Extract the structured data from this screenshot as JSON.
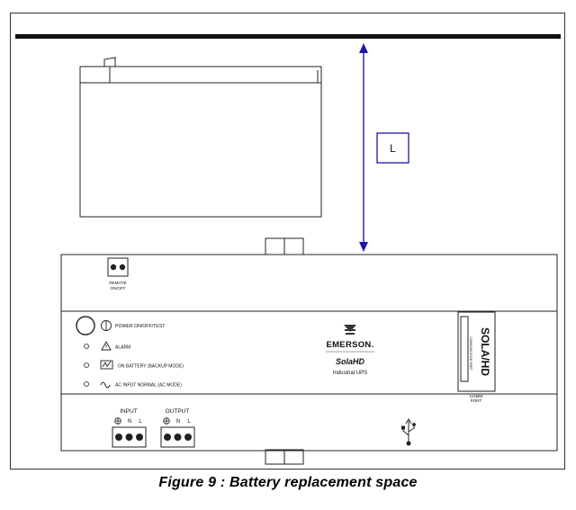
{
  "dimension_label": "L",
  "ups": {
    "remote_label_1": "REMOTE",
    "remote_label_2": "ON/OFF",
    "power_label": "POWER ON/OFF/TEST",
    "alarm_label": "ALARM",
    "on_battery_label": "ON BATTERY (BACKUP MODE)",
    "ac_input_label": "AC INPUT NORMAL (AC MODE)",
    "brand": "EMERSON.",
    "product": "SolaHD",
    "subtitle": "Industrial UPS",
    "side_brand": "SOLA/HD",
    "side_port_label": "COMMUNICATION PORT",
    "comm_label_1": "COMM",
    "comm_label_2": "PORT",
    "input_label": "INPUT",
    "output_label": "OUTPUT",
    "n_label": "N",
    "l_label": "L"
  },
  "caption": "Figure 9 : Battery replacement space",
  "colors": {
    "arrow": "#1a1aa6",
    "line": "#222222"
  }
}
